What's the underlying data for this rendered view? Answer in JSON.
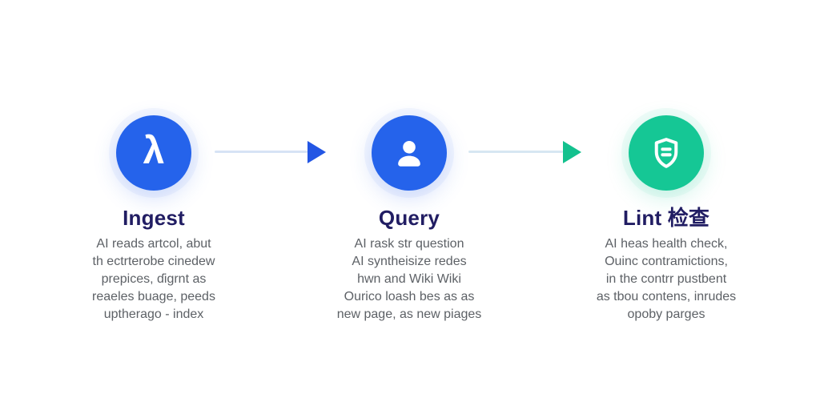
{
  "diagram": {
    "background_color": "#ffffff",
    "title_color": "#211d63",
    "body_text_color": "#5d6166",
    "steps": [
      {
        "id": "ingest",
        "title": "Ingest",
        "icon": "lambda-icon",
        "icon_glyph": "λ",
        "circle_color": "#2563eb",
        "description": "AI reads artcol, abut\nth ectrterobe cinedew\nprepices, ɗigrnt as\nreaeles buage, peeds\nuptherago - index"
      },
      {
        "id": "query",
        "title": "Query",
        "icon": "user-icon",
        "circle_color": "#2563eb",
        "description": "AI rask str question\nAI syntheisize redes\nhwn and Wiki Wiki\nOurico loash bes as as\nnew page, as new piages"
      },
      {
        "id": "lint",
        "title": "Lint 检查",
        "icon": "shield-icon",
        "circle_color": "#15c795",
        "description": "AI heas health check,\nOuinc contramictions,\nin the contrr pustbent\nas tbou contens, inrudes\nopoby parges"
      }
    ],
    "arrows": [
      {
        "from": "ingest",
        "to": "query",
        "line_color": "#d7e3f5",
        "head_color": "#2356e4"
      },
      {
        "from": "query",
        "to": "lint",
        "line_color": "#d7e7f2",
        "head_color": "#13c18e"
      }
    ]
  }
}
